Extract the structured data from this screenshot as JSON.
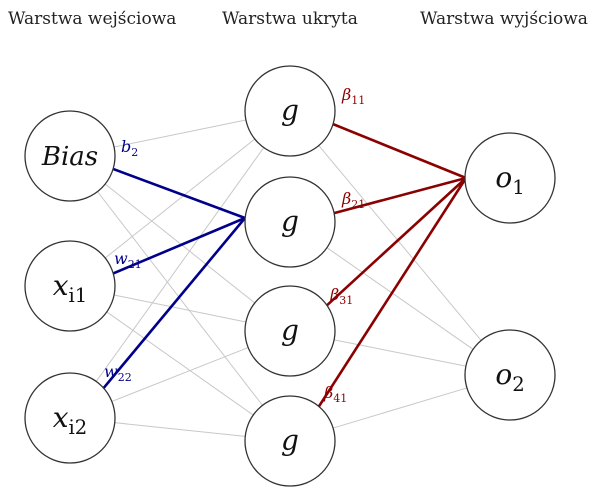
{
  "layers": {
    "input": "Warstwa wejściowa",
    "hidden": "Warstwa ukryta",
    "output": "Warstwa wyjściowa"
  },
  "nodes": {
    "input": [
      {
        "id": "in0",
        "main": "Bias",
        "sub": ""
      },
      {
        "id": "in1",
        "main": "x",
        "sub": "i1"
      },
      {
        "id": "in2",
        "main": "x",
        "sub": "i2"
      }
    ],
    "hidden": [
      {
        "id": "h1",
        "main": "g",
        "sub": ""
      },
      {
        "id": "h2",
        "main": "g",
        "sub": ""
      },
      {
        "id": "h3",
        "main": "g",
        "sub": ""
      },
      {
        "id": "h4",
        "main": "g",
        "sub": ""
      }
    ],
    "output": [
      {
        "id": "o1",
        "main": "o",
        "sub": "1"
      },
      {
        "id": "o2",
        "main": "o",
        "sub": "2"
      }
    ]
  },
  "edges": {
    "gray": [
      [
        "in0",
        "h1"
      ],
      [
        "in0",
        "h3"
      ],
      [
        "in0",
        "h4"
      ],
      [
        "in1",
        "h1"
      ],
      [
        "in1",
        "h3"
      ],
      [
        "in1",
        "h4"
      ],
      [
        "in2",
        "h1"
      ],
      [
        "in2",
        "h3"
      ],
      [
        "in2",
        "h4"
      ],
      [
        "h1",
        "o2"
      ],
      [
        "h2",
        "o2"
      ],
      [
        "h3",
        "o2"
      ],
      [
        "h4",
        "o2"
      ]
    ],
    "blue": [
      [
        "in0",
        "h2"
      ],
      [
        "in1",
        "h2"
      ],
      [
        "in2",
        "h2"
      ]
    ],
    "red": [
      [
        "h1",
        "o1"
      ],
      [
        "h2",
        "o1"
      ],
      [
        "h3",
        "o1"
      ],
      [
        "h4",
        "o1"
      ]
    ]
  },
  "weight_labels": {
    "blue": [
      {
        "edge": "in0",
        "main": "b",
        "sub": "2"
      },
      {
        "edge": "in1",
        "main": "w",
        "sub": "21"
      },
      {
        "edge": "in2",
        "main": "w",
        "sub": "22"
      }
    ],
    "red": [
      {
        "edge": "h1",
        "main": "β",
        "sub": "11"
      },
      {
        "edge": "h2",
        "main": "β",
        "sub": "21"
      },
      {
        "edge": "h3",
        "main": "β",
        "sub": "31"
      },
      {
        "edge": "h4",
        "main": "β",
        "sub": "41"
      }
    ]
  },
  "colors": {
    "blue": "#00008b",
    "red": "#8b0000",
    "gray": "#c8c8c8"
  }
}
